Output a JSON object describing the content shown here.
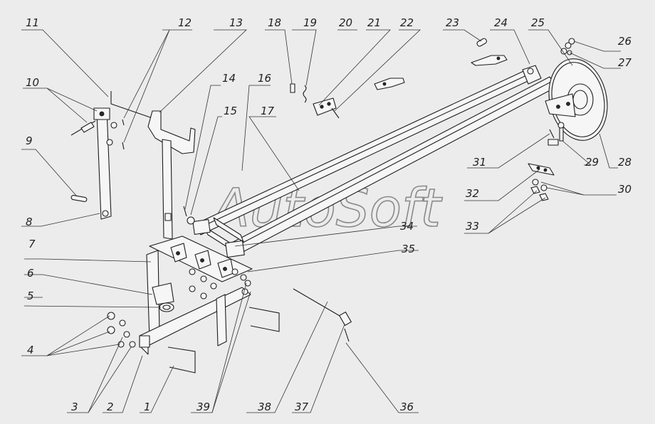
{
  "callouts": [
    "1",
    "2",
    "3",
    "4",
    "5",
    "6",
    "7",
    "8",
    "9",
    "10",
    "11",
    "12",
    "13",
    "14",
    "15",
    "16",
    "17",
    "18",
    "19",
    "20",
    "21",
    "22",
    "23",
    "24",
    "25",
    "26",
    "27",
    "28",
    "29",
    "30",
    "31",
    "32",
    "33",
    "34",
    "35",
    "36",
    "37",
    "38",
    "39"
  ],
  "watermark": "AutoSoft"
}
